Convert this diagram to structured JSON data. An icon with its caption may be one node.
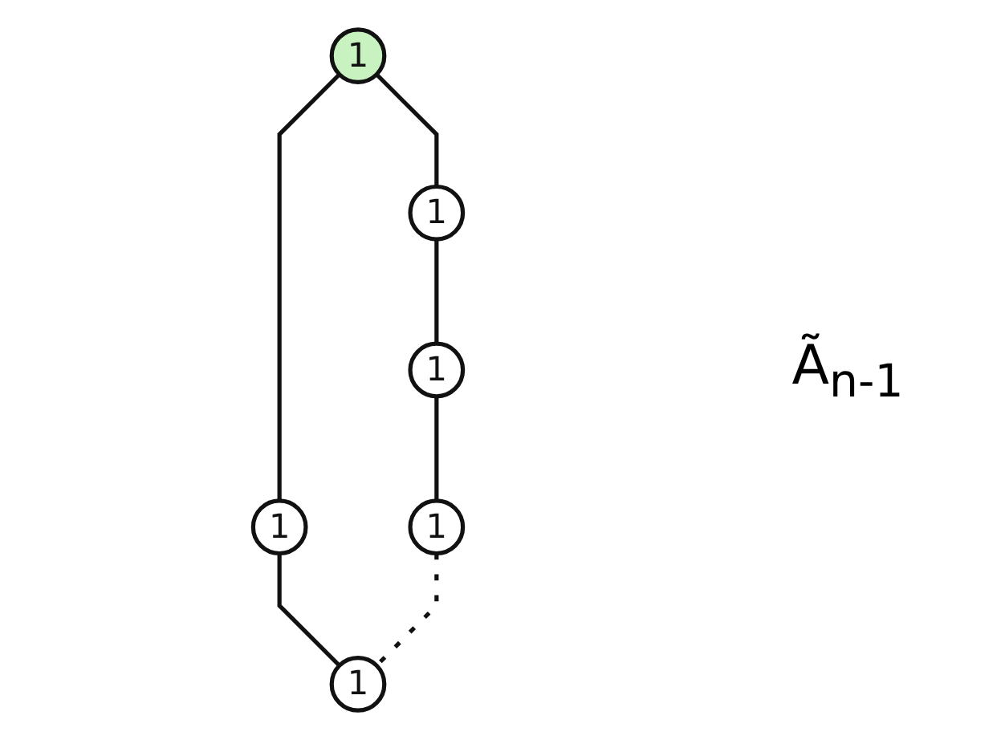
{
  "diagram": {
    "nodes": [
      {
        "text": [
          "1"
        ]
      },
      {
        "text": [
          "1"
        ]
      },
      {
        "text": [
          "1"
        ]
      },
      {
        "text": [
          "1"
        ]
      },
      {
        "text": [
          "1"
        ]
      },
      {
        "text": [
          "1"
        ]
      }
    ],
    "edges": [
      {
        "from": 0,
        "to": 1,
        "arrow": "none"
      },
      {
        "from": 0,
        "to": 2,
        "arrow": "none"
      },
      {
        "from": 1,
        "to": 3,
        "arrow": "none"
      },
      {
        "from": 2,
        "to": 5,
        "arrow": "none"
      },
      {
        "from": 3,
        "to": 4,
        "arrow": "none"
      },
      {
        "from": 4,
        "to": 5,
        "arrow": "none",
        "style": "dashed"
      }
    ],
    "labels": [
      "Ã$_{n-1}$"
    ]
  }
}
